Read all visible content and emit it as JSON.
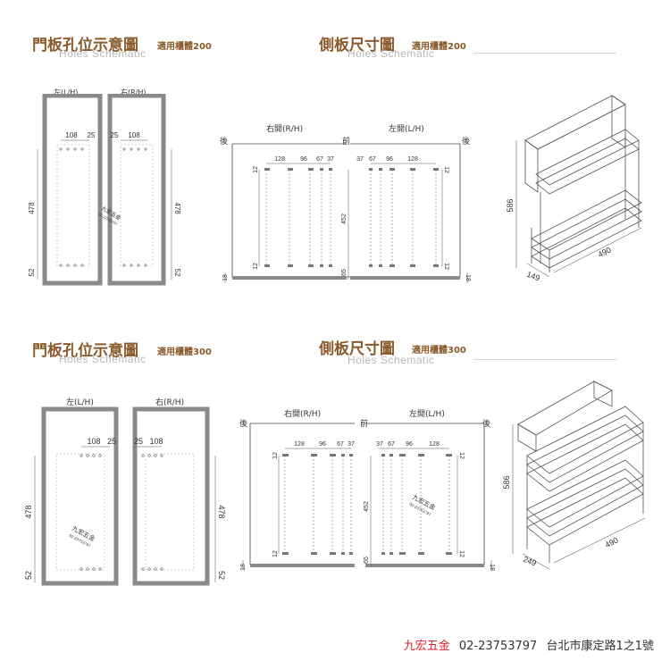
{
  "top": {
    "left_title": "門板孔位示意圖",
    "left_sub": "適用櫃體200",
    "left_en": "Holes Schematic",
    "right_title": "側板尺寸圖",
    "right_sub": "適用櫃體200",
    "right_en": "Holes Schematic",
    "door_left_label": "左(L/H)",
    "door_right_label": "右(R/H)",
    "dim_108": "108",
    "dim_25": "25",
    "dim_478": "478",
    "dim_52": "52",
    "side_back": "後",
    "side_front": "前",
    "side_rh": "右開(R/H)",
    "side_lh": "左開(L/H)",
    "d128": "128",
    "d96": "96",
    "d67": "67",
    "d37": "37",
    "d12": "12",
    "d452": "452",
    "d65": "65",
    "d18": "18",
    "iso_height": "586",
    "iso_depth": "490",
    "iso_width": "149"
  },
  "bottom": {
    "left_title": "門板孔位示意圖",
    "left_sub": "適用櫃體300",
    "left_en": "Holes Schematic",
    "right_title": "側板尺寸圖",
    "right_sub": "適用櫃體300",
    "right_en": "Holes Schematic",
    "door_left_label": "左(L/H)",
    "door_right_label": "右(R/H)",
    "dim_108": "108",
    "dim_25": "25",
    "dim_478": "478",
    "dim_52": "52",
    "side_back": "後",
    "side_front": "前",
    "side_rh": "右開(R/H)",
    "side_lh": "左開(L/H)",
    "d128": "128",
    "d96": "96",
    "d67": "67",
    "d37": "37",
    "d12": "12",
    "d452": "452",
    "d65": "65",
    "d18": "18",
    "iso_height": "586",
    "iso_depth": "490",
    "iso_width": "249"
  },
  "watermark": {
    "line1": "九宏五金",
    "line2": "02-23753797"
  },
  "footer": {
    "brand": "九宏五金",
    "phone": "02-23753797",
    "address": "台北市康定路1之1號",
    "brand_color": "#d8232a"
  }
}
